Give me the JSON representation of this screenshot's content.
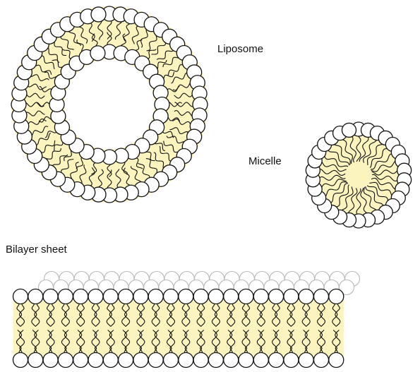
{
  "labels": {
    "liposome": "Liposome",
    "micelle": "Micelle",
    "bilayer": "Bilayer sheet"
  },
  "colors": {
    "hydrophobic_fill": "#fbf4bf",
    "head_fill": "#ffffff",
    "head_stroke": "#111111",
    "back_row_stroke": "#b8b8b8",
    "tail_stroke": "#111111"
  },
  "structures": [
    {
      "name": "liposome",
      "outer_leaflet_lipids": 52,
      "inner_leaflet_lipids": 28
    },
    {
      "name": "micelle",
      "lipids": 30
    },
    {
      "name": "bilayer-sheet",
      "lipids_per_leaflet": 22,
      "back_row_lipids": 21
    }
  ]
}
